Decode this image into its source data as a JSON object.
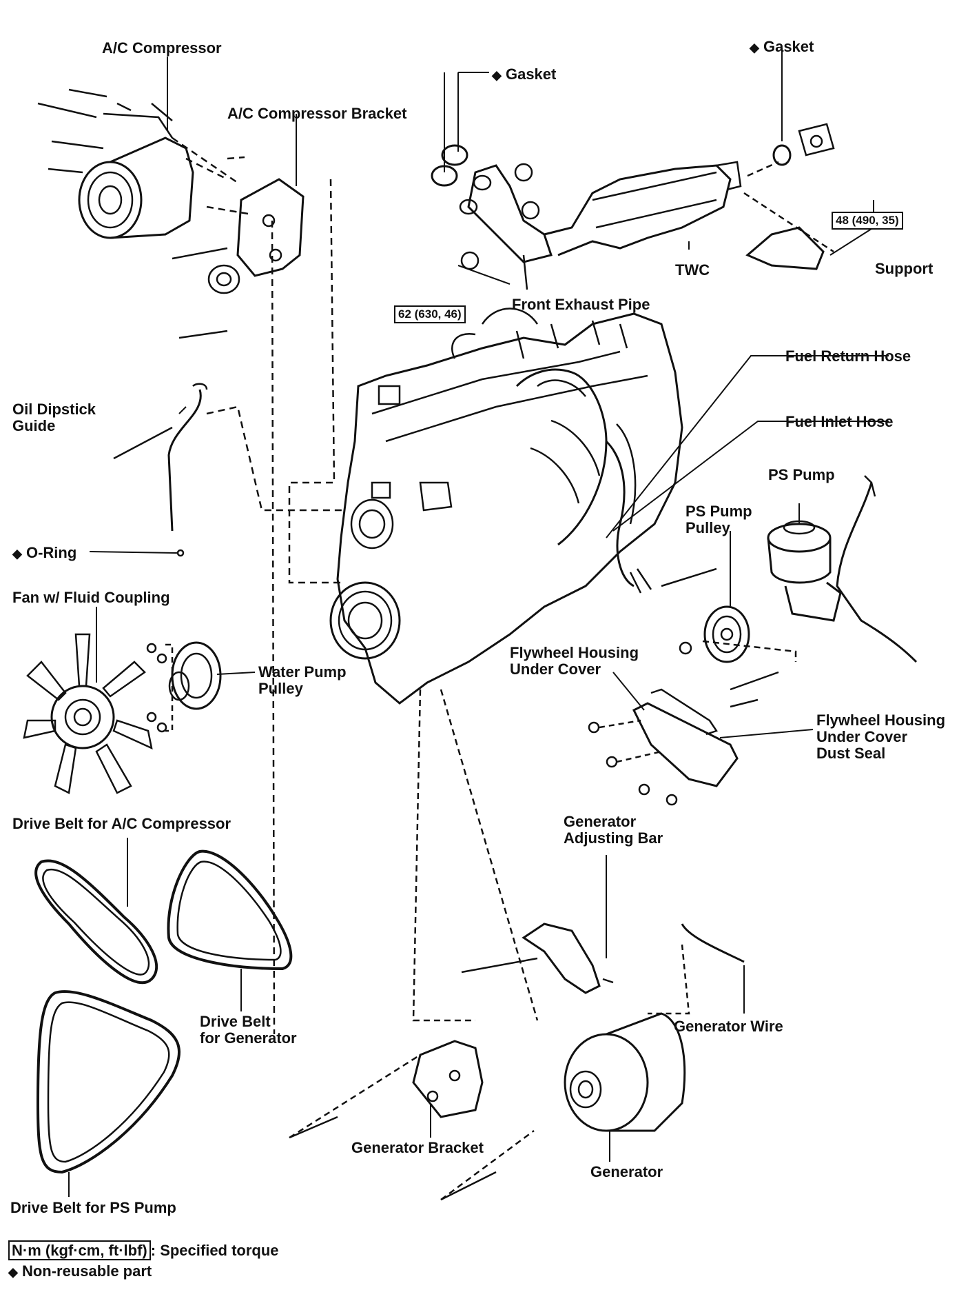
{
  "labels": {
    "ac_compressor": "A/C Compressor",
    "ac_compressor_bracket": "A/C Compressor Bracket",
    "gasket_left": "Gasket",
    "gasket_right": "Gasket",
    "twc": "TWC",
    "support": "Support",
    "front_exhaust_pipe": "Front Exhaust Pipe",
    "fuel_return_hose": "Fuel Return Hose",
    "fuel_inlet_hose": "Fuel Inlet Hose",
    "oil_dipstick_guide_1": "Oil Dipstick",
    "oil_dipstick_guide_2": "Guide",
    "o_ring": "O-Ring",
    "ps_pump": "PS Pump",
    "ps_pump_pulley_1": "PS Pump",
    "ps_pump_pulley_2": "Pulley",
    "fan": "Fan w/ Fluid Coupling",
    "water_pump_pulley_1": "Water Pump",
    "water_pump_pulley_2": "Pulley",
    "flywheel_cover_1": "Flywheel Housing",
    "flywheel_cover_2": "Under Cover",
    "flywheel_seal_1": "Flywheel Housing",
    "flywheel_seal_2": "Under Cover",
    "flywheel_seal_3": "Dust Seal",
    "belt_ac": "Drive Belt for A/C Compressor",
    "gen_adj_bar_1": "Generator",
    "gen_adj_bar_2": "Adjusting Bar",
    "belt_gen_1": "Drive Belt",
    "belt_gen_2": "for Generator",
    "generator_wire": "Generator Wire",
    "generator_bracket": "Generator Bracket",
    "generator": "Generator",
    "belt_ps": "Drive Belt for PS Pump"
  },
  "torques": {
    "exhaust_pipe": "62 (630, 46)",
    "twc_flange": "48 (490, 35)"
  },
  "legend": {
    "torque_box": "N·m (kgf·cm, ft·lbf)",
    "torque_text": ": Specified torque",
    "nonreusable_symbol": "◆",
    "nonreusable_text": "Non-reusable part"
  },
  "symbols": {
    "nonreusable": "◆"
  }
}
